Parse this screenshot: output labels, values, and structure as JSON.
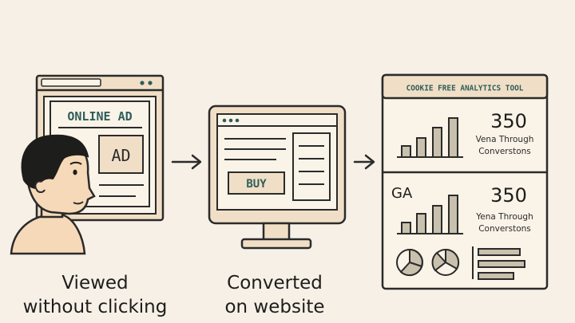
{
  "online_ad": {
    "heading": "ONLINE AD",
    "ad_label": "AD"
  },
  "website": {
    "buy_label": "BUY"
  },
  "analytics": {
    "title": "COOKIE FREE ANALYTICS TOOL",
    "top": {
      "number": "350",
      "caption_line1": "Vena Through",
      "caption_line2": "Converstons"
    },
    "bottom": {
      "ga_label": "GA",
      "number": "350",
      "caption_line1": "Yena Through",
      "caption_line2": "Converstons"
    }
  },
  "captions": {
    "step1_line1": "Viewed",
    "step1_line2": "without clicking",
    "step2_line1": "Converted",
    "step2_line2": "on website"
  },
  "colors": {
    "background": "#f7f0e7",
    "ink": "#2b2b2b",
    "frame_fill": "#f0dfc6",
    "screen_fill": "#faf3e8",
    "teal_text": "#2f5d5a",
    "bar_fill": "#c9c0ad",
    "skin": "#f6d9b8",
    "hair": "#1d1d1b"
  }
}
